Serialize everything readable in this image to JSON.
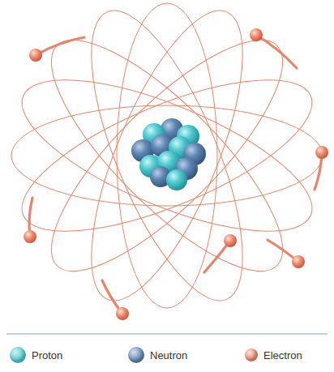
{
  "diagram": {
    "legend": [
      {
        "text": "Proton",
        "color": "#4fc9cf"
      },
      {
        "text": "Neutron",
        "color": "#5f86b3"
      },
      {
        "text": "Electron",
        "color": "#ef8a6f"
      }
    ]
  }
}
